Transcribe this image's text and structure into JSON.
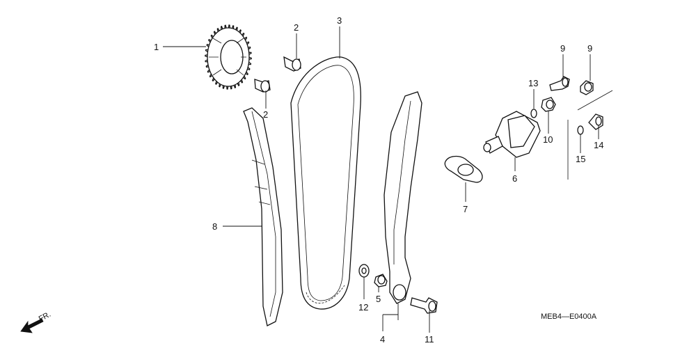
{
  "callouts": {
    "c1": "1",
    "c2a": "2",
    "c2b": "2",
    "c3": "3",
    "c4": "4",
    "c5": "5",
    "c6": "6",
    "c7": "7",
    "c8": "8",
    "c9a": "9",
    "c9b": "9",
    "c10": "10",
    "c11": "11",
    "c12": "12",
    "c13": "13",
    "c14": "14",
    "c15": "15"
  },
  "diagram_code": "MEB4—E0400A",
  "orientation_label": "FR."
}
